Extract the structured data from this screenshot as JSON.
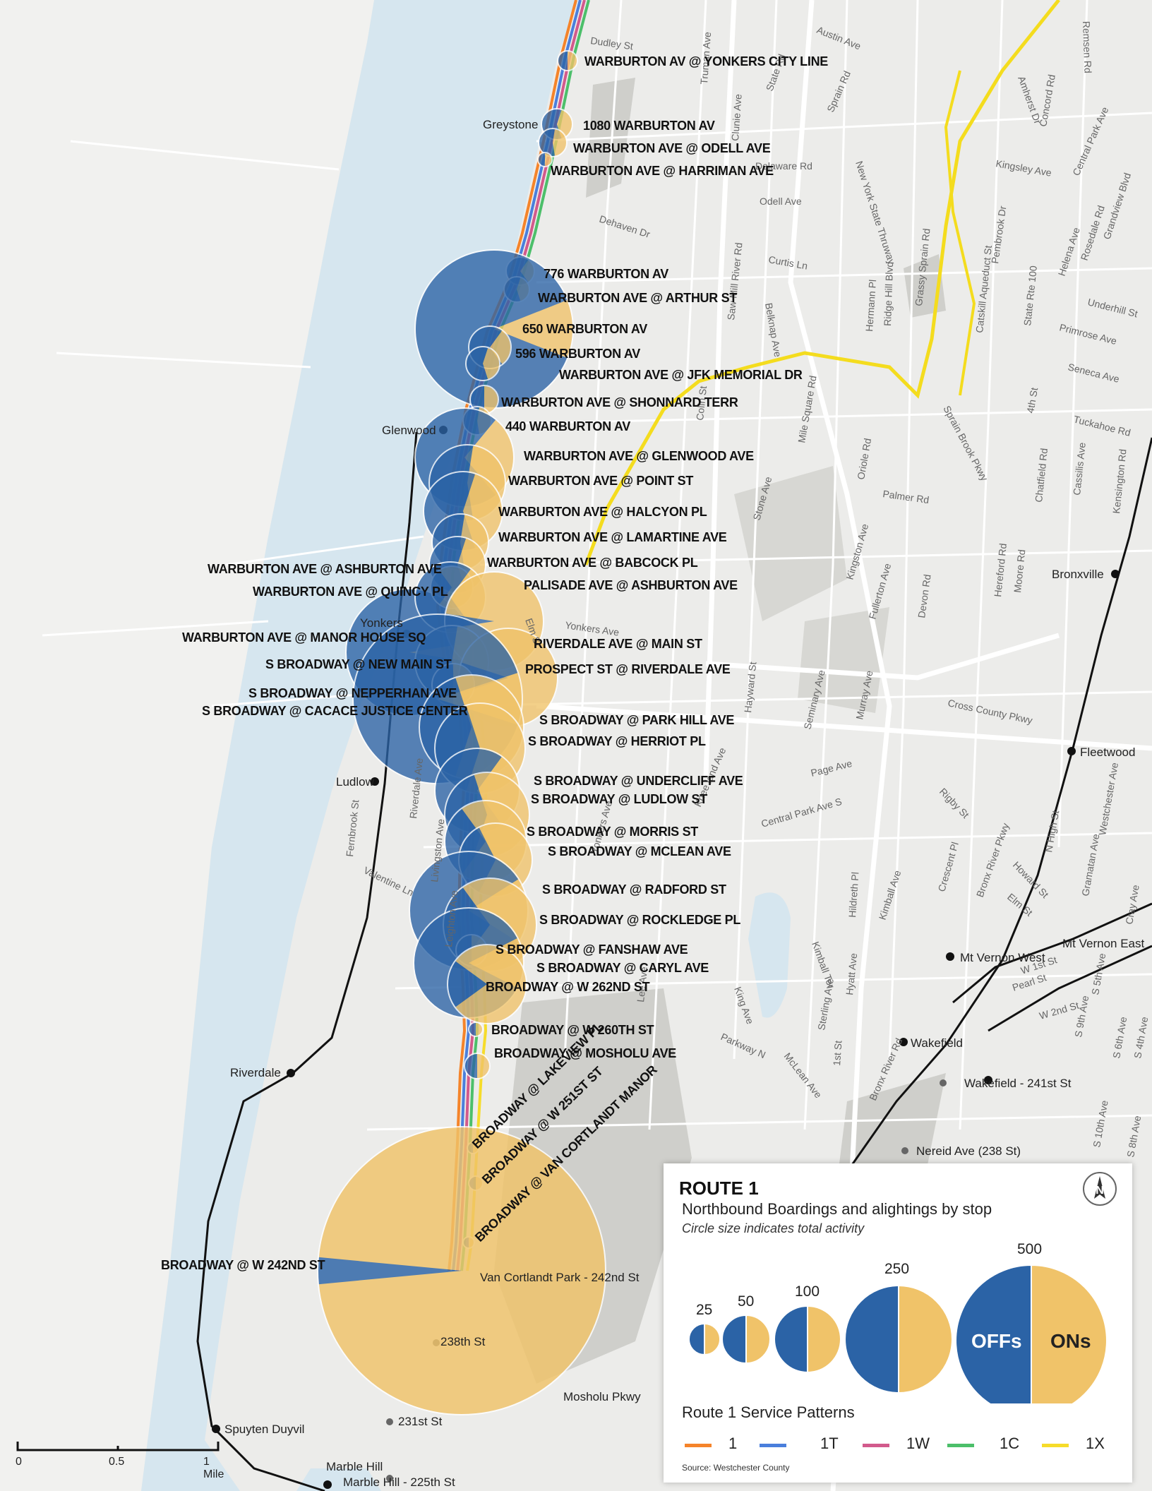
{
  "map": {
    "colors": {
      "water": "#d6e6ef",
      "land": "#ececea",
      "parks": "#cfcfcb",
      "ons": "#f0c369",
      "offs": "#2b63a6",
      "rail": "#111111",
      "highway": "#f4dc1e"
    },
    "route_stops": [
      "WARBURTON AV @ YONKERS CITY LINE",
      "1080 WARBURTON AV",
      "WARBURTON AVE @ ODELL AVE",
      "WARBURTON AVE @ HARRIMAN AVE",
      "776 WARBURTON AV",
      "WARBURTON AVE @ ARTHUR ST",
      "650 WARBURTON AV",
      "596 WARBURTON AV",
      "WARBURTON AVE @ JFK MEMORIAL DR",
      "WARBURTON AVE @ SHONNARD TERR",
      "440 WARBURTON AV",
      "WARBURTON AVE @ GLENWOOD AVE",
      "WARBURTON AVE @ POINT ST",
      "WARBURTON AVE @ HALCYON PL",
      "WARBURTON AVE @ LAMARTINE AVE",
      "WARBURTON AVE @ BABCOCK PL",
      "WARBURTON AVE @ ASHBURTON AVE",
      "PALISADE AVE @ ASHBURTON AVE",
      "WARBURTON AVE @ QUINCY PL",
      "WARBURTON AVE @ MANOR HOUSE SQ",
      "RIVERDALE AVE @ MAIN ST",
      "S BROADWAY @ NEW MAIN ST",
      "PROSPECT ST @ RIVERDALE AVE",
      "S BROADWAY @ NEPPERHAN AVE",
      "S BROADWAY @ CACACE JUSTICE CENTER",
      "S BROADWAY @ PARK HILL AVE",
      "S BROADWAY @ HERRIOT PL",
      "S BROADWAY @ UNDERCLIFF AVE",
      "S BROADWAY @ LUDLOW ST",
      "S BROADWAY @ MORRIS ST",
      "S BROADWAY @ MCLEAN AVE",
      "S BROADWAY @ RADFORD ST",
      "S BROADWAY @ ROCKLEDGE PL",
      "S BROADWAY @ FANSHAW AVE",
      "S BROADWAY @ CARYL AVE",
      "BROADWAY @ W 262ND ST",
      "BROADWAY @ W 260TH ST",
      "BROADWAY @ MOSHOLU AVE",
      "BROADWAY @ LAKEVIEW PL",
      "BROADWAY @ W 251ST ST",
      "BROADWAY @ VAN CORTLANDT MANOR",
      "BROADWAY @ W 242ND ST"
    ],
    "places": [
      "Greystone",
      "Glenwood",
      "Yonkers",
      "Ludlow",
      "Riverdale",
      "Spuyten Duyvil",
      "Marble Hill",
      "Marble Hill - 225th St",
      "Bronxville",
      "Fleetwood",
      "Mt Vernon West",
      "Mt Vernon East",
      "Wakefield",
      "Wakefield - 241st St",
      "Nereid Ave (238 St)",
      "Van Cortlandt Park - 242nd St",
      "238th St",
      "231st St",
      "Mosholu Pkwy"
    ],
    "streets": [
      "Dudley St",
      "Austin Ave",
      "Remsen Rd",
      "Truman Ave",
      "Clunie Ave",
      "State Rd",
      "Sprain Rd",
      "Amherst Dr",
      "Concord Rd",
      "Kingsley Ave",
      "Central Park Ave",
      "Delaware Rd",
      "Odell Ave",
      "Dehaven Dr",
      "New York State Thruway",
      "Pembrook Dr",
      "Helena Ave",
      "Rosedale Rd",
      "Grandview Blvd",
      "Curtis Ln",
      "Saw Mill River Rd",
      "Ridge Hill Blvd",
      "Grassy Sprain Rd",
      "Catskill Aqueduct St",
      "State Rte 100",
      "Underhill St",
      "Primrose Ave",
      "Seneca Ave",
      "Belknap Ave",
      "Hermann Pl",
      "Tuckahoe Rd",
      "4th St",
      "Colin St",
      "Mile Square Rd",
      "Oriole Rd",
      "Sprain Brook Pkwy",
      "Palmer Rd",
      "Chatfield Rd",
      "Cassilis Ave",
      "Kensington Rd",
      "Stone Ave",
      "Kingston Ave",
      "Fullerton Ave",
      "Devon Rd",
      "Hereford Rd",
      "Moore Rd",
      "Yonkers Ave",
      "Elm St",
      "Hayward St",
      "Seminary Ave",
      "Murray Ave",
      "Cross County Pkwy",
      "Page Ave",
      "Central Park Ave S",
      "Rigby St",
      "Knee land Ave",
      "Bronx River Pkwy",
      "Crescent Pl",
      "Howard St",
      "Elm St",
      "N High St",
      "Gramatan Ave",
      "Westchester Ave",
      "Cray Ave",
      "Hildreth Pl",
      "Kimball Ave",
      "Kimball Ter",
      "Valentine Ln",
      "Fernbrook St",
      "Riverdale Ave",
      "Livingston Ave",
      "Lee Ave",
      "Yonkers Ave",
      "Bronx River Rd",
      "Hyatt Ave",
      "Sterling Ave",
      "King Ave",
      "McLean Ave",
      "Parkway N",
      "1st St",
      "Pearl St",
      "W 1st St",
      "W 2nd St",
      "S 5th Ave",
      "S 6th Ave",
      "S 4th Ave",
      "S 9th Ave",
      "S 10th Ave",
      "S 8th Ave",
      "Leighton Ave"
    ]
  },
  "legend": {
    "title": "ROUTE 1",
    "subtitle": "Northbound Boardings and alightings by stop",
    "note": "Circle size indicates total activity",
    "sizes": [
      "25",
      "50",
      "100",
      "250",
      "500"
    ],
    "offs_label": "OFFs",
    "ons_label": "ONs",
    "patterns_title": "Route 1 Service Patterns",
    "patterns": [
      {
        "name": "1",
        "color": "#f5842a"
      },
      {
        "name": "1T",
        "color": "#4a7fdc"
      },
      {
        "name": "1W",
        "color": "#d25a8c"
      },
      {
        "name": "1C",
        "color": "#4cbf6a"
      },
      {
        "name": "1X",
        "color": "#f6dc2a"
      }
    ],
    "source": "Source: Westchester County"
  },
  "scale_bar": {
    "labels": [
      "0",
      "0.5",
      "1 Mile"
    ]
  }
}
